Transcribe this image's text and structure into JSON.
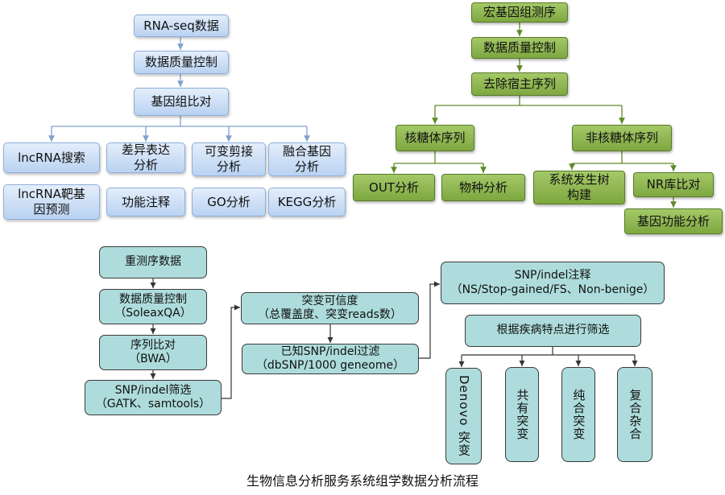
{
  "blue_flow": {
    "rnaseq": "RNA-seq数据",
    "qc": "数据质量控制",
    "align": "基因组比对",
    "lncrna_search": "lncRNA搜索",
    "diff_expr": "差异表达\n分析",
    "alt_splice": "可变剪接\n分析",
    "fusion": "融合基因\n分析",
    "lncrna_target": "lncRNA靶基\n因预测",
    "func_annot": "功能注释",
    "go": "GO分析",
    "kegg": "KEGG分析"
  },
  "green_flow": {
    "metagenome": "宏基因组测序",
    "qc": "数据质量控制",
    "remove_host": "去除宿主序列",
    "rrna": "核糖体序列",
    "non_rrna": "非核糖体序列",
    "out": "OUT分析",
    "species": "物种分析",
    "phylo": "系统发生树\n构建",
    "nr": "NR库比对",
    "gene_func": "基因功能分析"
  },
  "teal_flow": {
    "reseq": "重测序数据",
    "qc": "数据质量控制\n（SoleaxQA）",
    "align": "序列比对\n（BWA）",
    "snp_filter": "SNP/indel筛选\n（GATK、samtools）",
    "confidence": "突变可信度\n（总覆盖度、突变reads数）",
    "known_filter": "已知SNP/indel过滤\n（dbSNP/1000 geneome）",
    "annotation": "SNP/indel注释\n（NS/Stop-gained/FS、Non-benige）",
    "disease_filter": "根据疾病特点进行筛选",
    "denovo": "Denovo 突变",
    "shared": "共有突变",
    "homozygous": "纯合突变",
    "compound": "复合杂合"
  },
  "caption": "生物信息分析服务系统组学数据分析流程",
  "colors": {
    "blue_connector": "#7f9fcf",
    "green_connector": "#5f8a2a",
    "teal_connector": "#333333"
  }
}
